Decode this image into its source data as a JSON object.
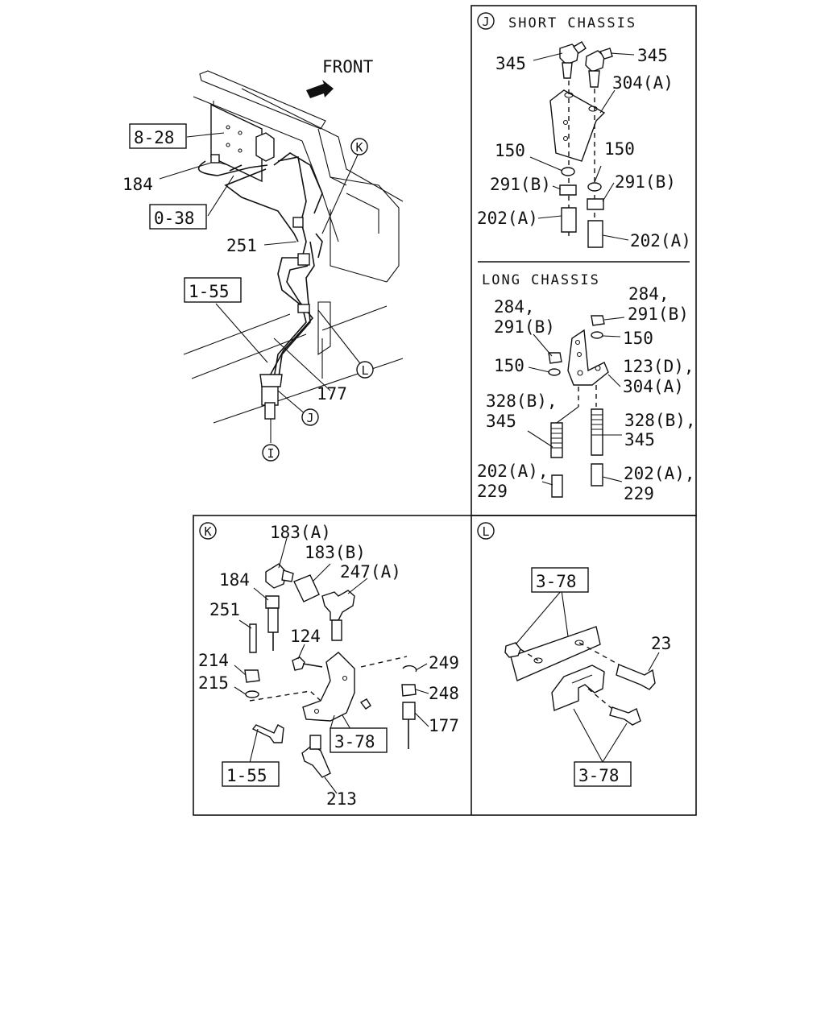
{
  "main_view": {
    "front": "FRONT",
    "callouts": {
      "ref_828": "8-28",
      "p184": "184",
      "ref_038": "0-38",
      "p251": "251",
      "ref_155": "1-55",
      "p177": "177",
      "K": "K",
      "L": "L",
      "J": "J",
      "I": "I"
    }
  },
  "panel_j": {
    "marker": "J",
    "title": "SHORT CHASSIS",
    "labels": {
      "a": "345",
      "b": "345",
      "c": "304(A)",
      "d": "150",
      "e": "150",
      "f": "291(B)",
      "g": "291(B)",
      "h": "202(A)",
      "i": "202(A)"
    }
  },
  "panel_long": {
    "title": "LONG CHASSIS",
    "labels": {
      "a1": "284,",
      "a2": "291(B)",
      "b1": "284,",
      "b2": "291(B)",
      "c": "150",
      "d": "150",
      "e1": "123(D),",
      "e2": "304(A)",
      "f1": "328(B),",
      "f2": "345",
      "g1": "328(B),",
      "g2": "345",
      "h1": "202(A),",
      "h2": "229",
      "i1": "202(A),",
      "i2": "229"
    }
  },
  "panel_k": {
    "marker": "K",
    "labels": {
      "a": "183(A)",
      "b": "183(B)",
      "c": "184",
      "d": "247(A)",
      "e": "251",
      "f": "124",
      "g": "214",
      "h": "215",
      "i": "249",
      "j": "248",
      "k": "177",
      "ref_378": "3-78",
      "ref_155": "1-55",
      "l": "213"
    }
  },
  "panel_l": {
    "marker": "L",
    "labels": {
      "ref_top": "3-78",
      "p23": "23",
      "ref_bottom": "3-78"
    }
  }
}
